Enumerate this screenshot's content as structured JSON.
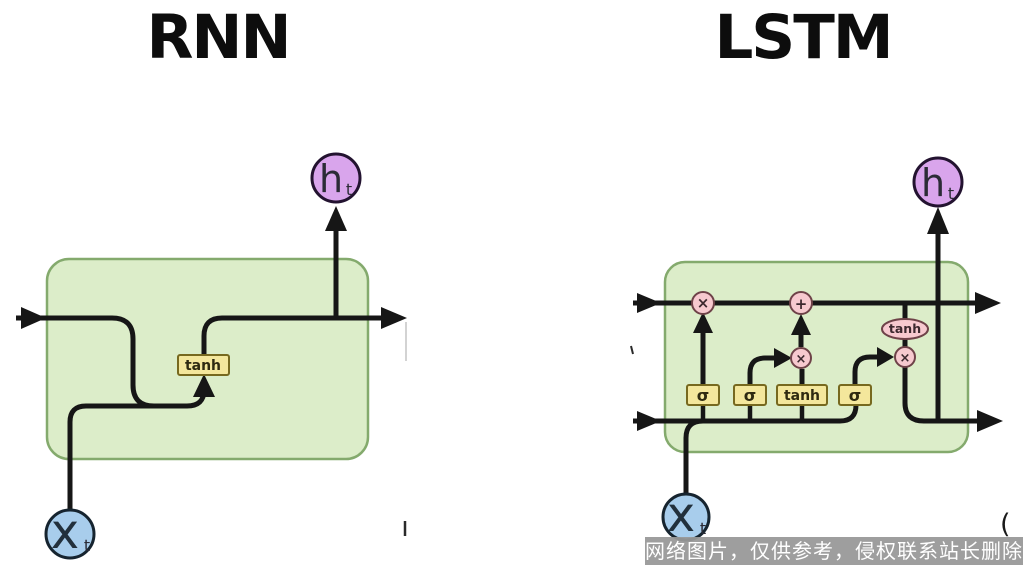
{
  "titles": {
    "left": "RNN",
    "right": "LSTM"
  },
  "rnn": {
    "activation": "tanh",
    "output": {
      "main": "h",
      "sub": "t"
    },
    "input": {
      "main": "x",
      "sub": "t"
    }
  },
  "lstm": {
    "gates": [
      "σ",
      "σ",
      "tanh",
      "σ"
    ],
    "ops": {
      "forget": "×",
      "add": "+",
      "input": "×",
      "output": "×"
    },
    "cell_activation": "tanh",
    "output": {
      "main": "h",
      "sub": "t"
    },
    "input": {
      "main": "x",
      "sub": "t"
    }
  },
  "watermark": {
    "text": "网络图片，仅供参考，侵权联系站长删除"
  },
  "artifacts": {
    "paren": "("
  },
  "colors": {
    "background": "#ffffff",
    "line": "#161616",
    "cell_fill": "#dcedc9",
    "cell_border": "#84aa6d",
    "gate_fill": "#f4e79c",
    "gate_border": "#77691f",
    "op_fill": "#f7c9cf",
    "op_border": "#6e4248",
    "h_node_fill": "#d9a5ec",
    "x_node_fill": "#a8cdec",
    "node_border": "#1c1c28",
    "watermark_bg": "#989898",
    "watermark_text": "#ffffff"
  }
}
